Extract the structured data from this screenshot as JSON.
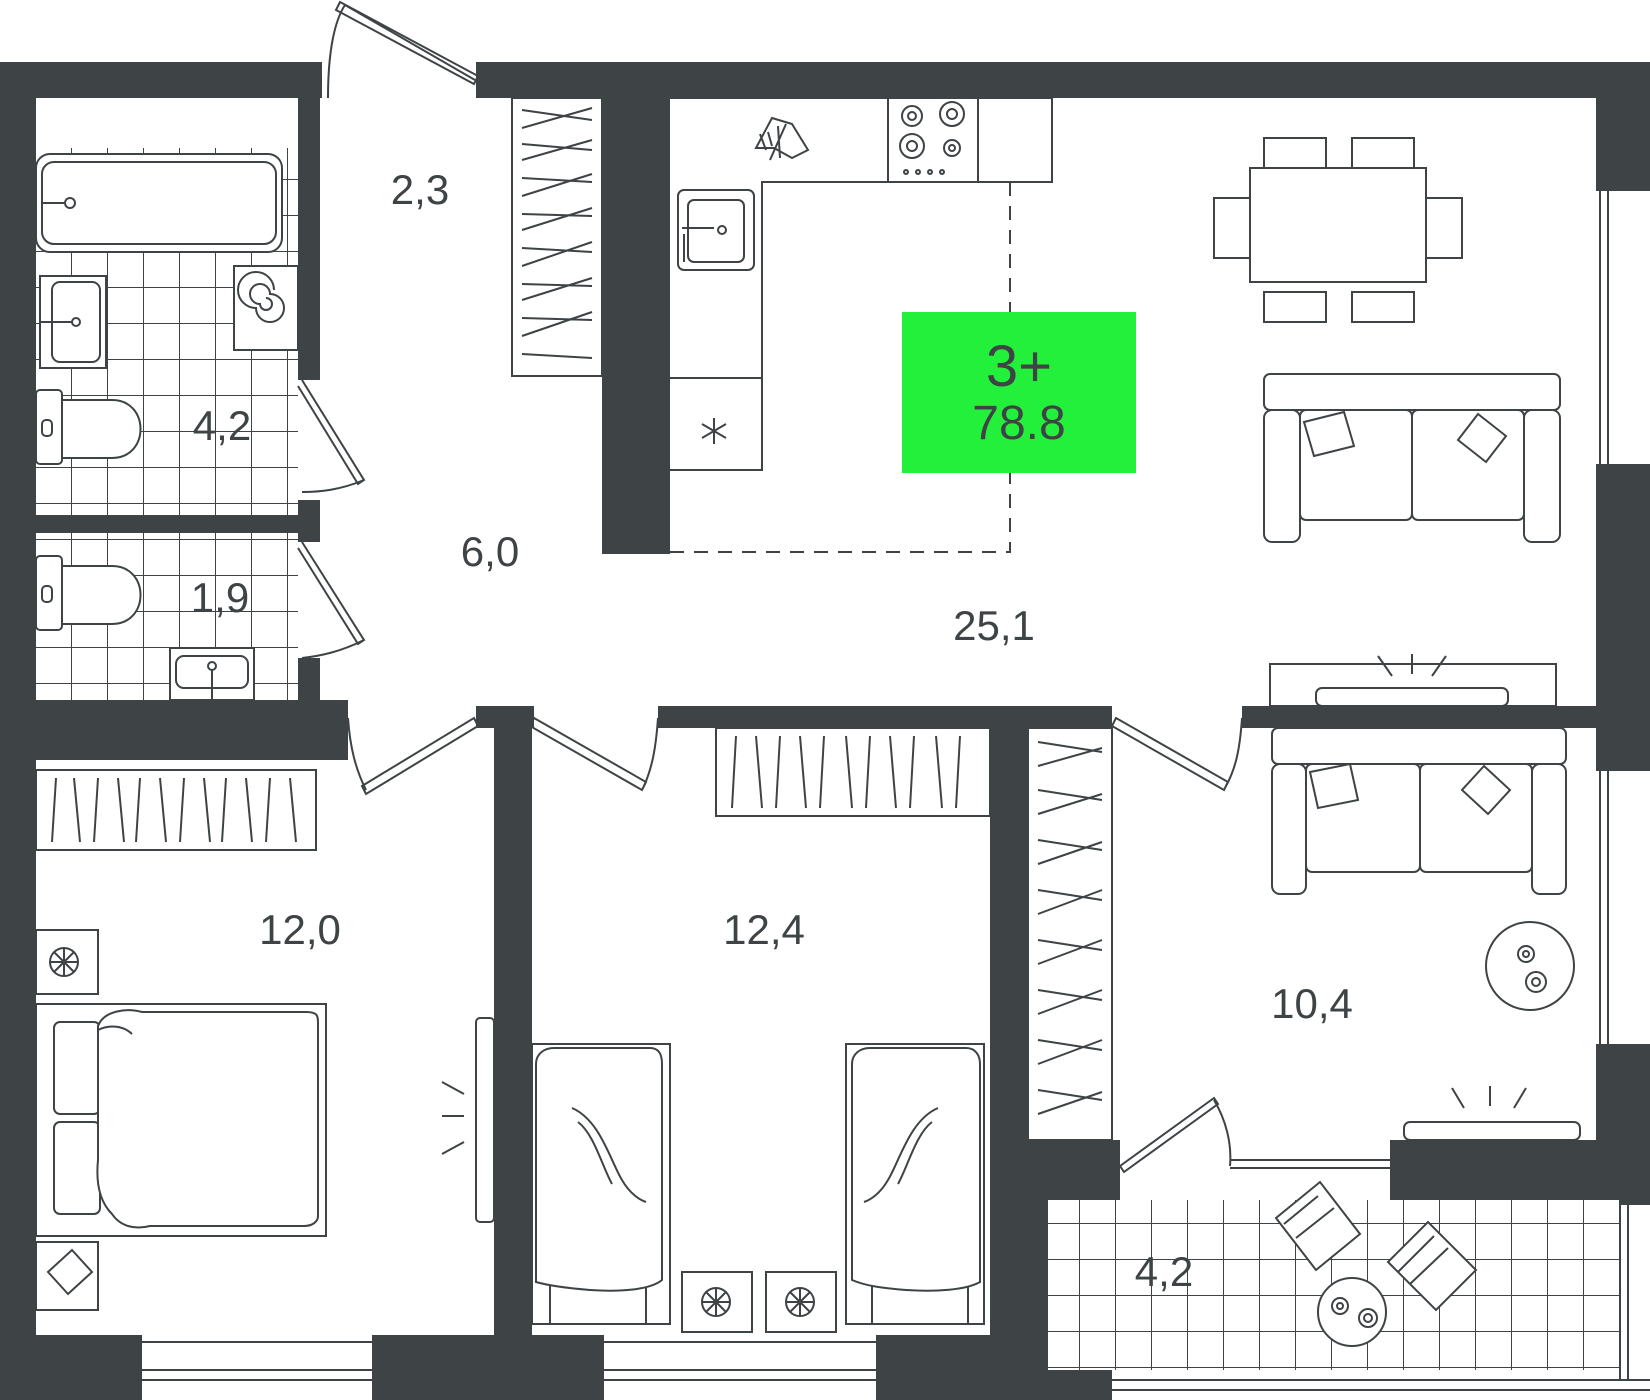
{
  "badge": {
    "rooms": "3+",
    "total_area": "78.8",
    "color": "#22f03a"
  },
  "rooms": {
    "hall_entry": "2,3",
    "bathroom": "4,2",
    "toilet": "1,9",
    "corridor": "6,0",
    "kitchen_living": "25,1",
    "bedroom_left": "12,0",
    "bedroom_middle": "12,4",
    "bedroom_right": "10,4",
    "balcony": "4,2"
  },
  "colors": {
    "wall": "#3e4345",
    "background": "#ffffff"
  }
}
